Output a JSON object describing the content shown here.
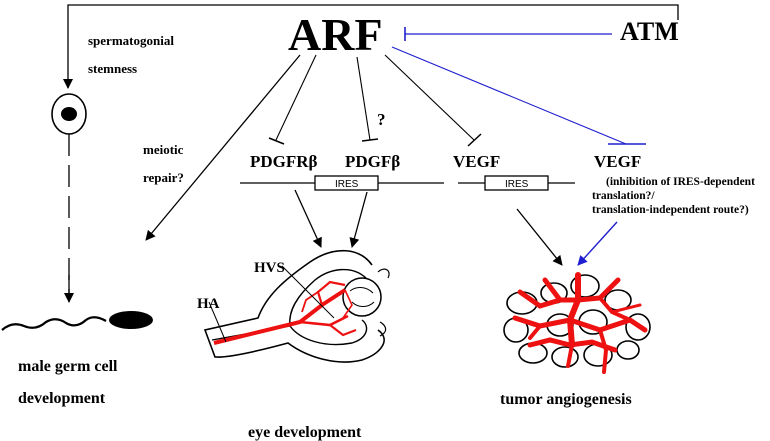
{
  "title": "ARF",
  "upstream": "ATM",
  "labels": {
    "spermatogonial": "spermatogonial",
    "stemness": "stemness",
    "meiotic": "meiotic",
    "repair": "repair?",
    "question": "?",
    "pdgfrb": "PDGFRβ",
    "pdgfb": "PDGFβ",
    "vegf1": "VEGF",
    "vegf2": "VEGF",
    "ires1": "IRES",
    "ires2": "IRES",
    "note1": "(inhibition of IRES-dependent",
    "note2": "translation?/",
    "note3": "translation-independent route?)",
    "hvs": "HVS",
    "ha": "HA",
    "male1": "male germ cell",
    "male2": "development",
    "eye": "eye development",
    "tumor": "tumor angiogenesis"
  },
  "colors": {
    "black": "#000000",
    "blue": "#1f1fcf",
    "red": "#ee1111"
  }
}
